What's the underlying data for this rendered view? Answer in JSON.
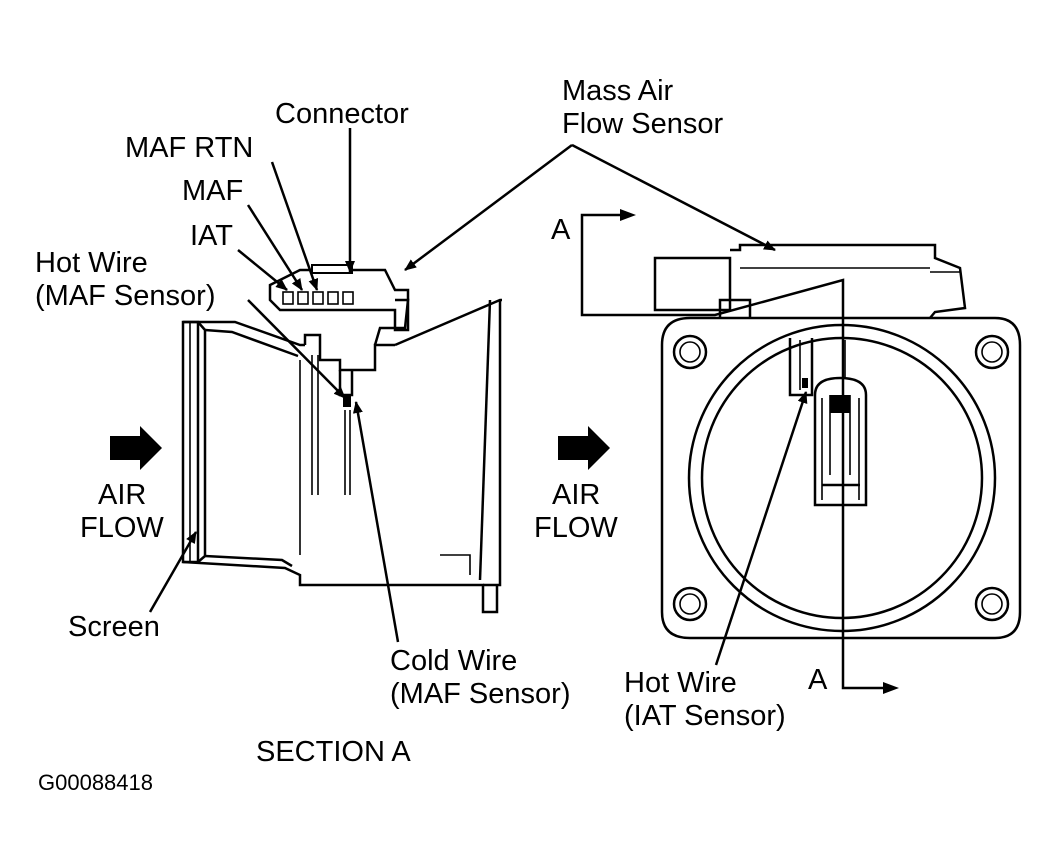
{
  "labels": {
    "connector": "Connector",
    "maf_rtn": "MAF RTN",
    "maf": "MAF",
    "iat": "IAT",
    "hot_wire_maf_l1": "Hot Wire",
    "hot_wire_maf_l2": "(MAF Sensor)",
    "mass_air_l1": "Mass Air",
    "mass_air_l2": "Flow Sensor",
    "section_marker_top": "A",
    "section_marker_bottom": "A",
    "air_flow_left_l1": "AIR",
    "air_flow_left_l2": "FLOW",
    "air_flow_right_l1": "AIR",
    "air_flow_right_l2": "FLOW",
    "screen": "Screen",
    "cold_wire_l1": "Cold Wire",
    "cold_wire_l2": "(MAF Sensor)",
    "hot_wire_iat_l1": "Hot Wire",
    "hot_wire_iat_l2": "(IAT Sensor)",
    "section_title": "SECTION A",
    "figure_id": "G00088418"
  }
}
